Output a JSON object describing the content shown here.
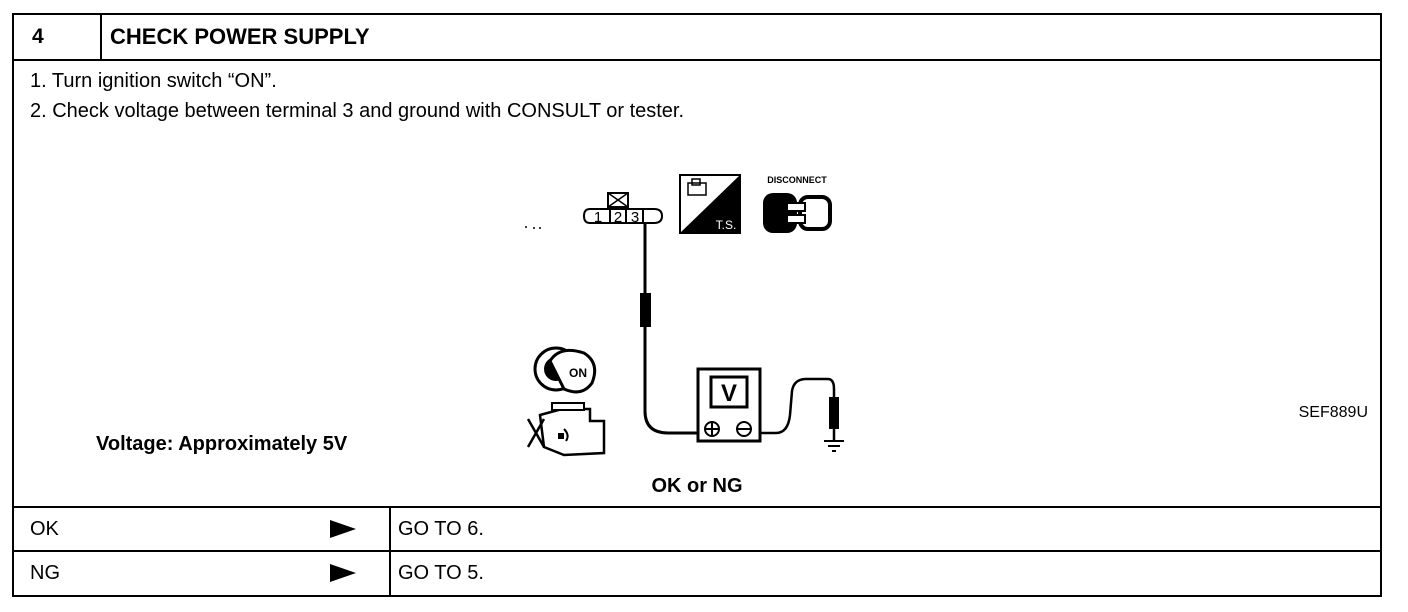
{
  "header": {
    "step_number": "4",
    "title": "CHECK POWER SUPPLY"
  },
  "instructions": [
    "1. Turn ignition switch “ON”.",
    "2. Check voltage between terminal 3 and ground with CONSULT or tester."
  ],
  "diagram": {
    "connector_terminals": [
      "1",
      "2",
      "3"
    ],
    "ts_label": "T.S.",
    "disconnect_label": "DISCONNECT",
    "meter_label": "V",
    "key_label": "ON",
    "figure_id": "SEF889U"
  },
  "specification": "Voltage: Approximately 5V",
  "question": "OK or NG",
  "results": [
    {
      "result": "OK",
      "action": "GO TO 6."
    },
    {
      "result": "NG",
      "action": "GO TO 5."
    }
  ]
}
